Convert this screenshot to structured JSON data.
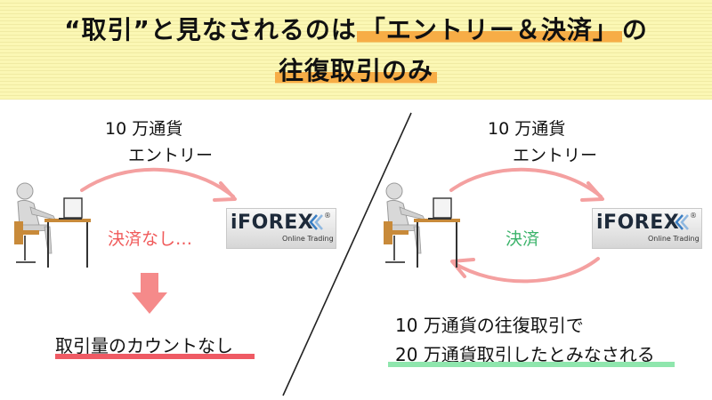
{
  "title": {
    "line1_plain": "“取引”と見なされるのは",
    "line1_highlight": "「エントリー＆決済」",
    "line1_tail": "の",
    "line2_highlight": "往復取引のみ"
  },
  "left": {
    "amount": "10 万通貨",
    "entry": "エントリー",
    "no_settlement": "決済なし…",
    "result": "取引量のカウントなし"
  },
  "right": {
    "amount": "10 万通貨",
    "entry": "エントリー",
    "settlement": "決済",
    "result_line1": "10 万通貨の往復取引で",
    "result_line2": "20 万通貨取引したとみなされる"
  },
  "logo": {
    "wordmark": "iFOREX",
    "registered": "®",
    "tagline": "Online Trading"
  },
  "colors": {
    "header_bg": "#fbf7b4",
    "title_highlight": "#f7ad46",
    "arrow_pink": "#f4a0a0",
    "down_arrow": "#f58a8a",
    "red_text": "#f05a5a",
    "green_text": "#3bb36a",
    "red_underline": "#ef5a64",
    "green_underline": "#8fe6ad"
  },
  "icons": [
    "person-at-desk-icon",
    "down-arrow-icon",
    "chevron-logo-icon"
  ]
}
